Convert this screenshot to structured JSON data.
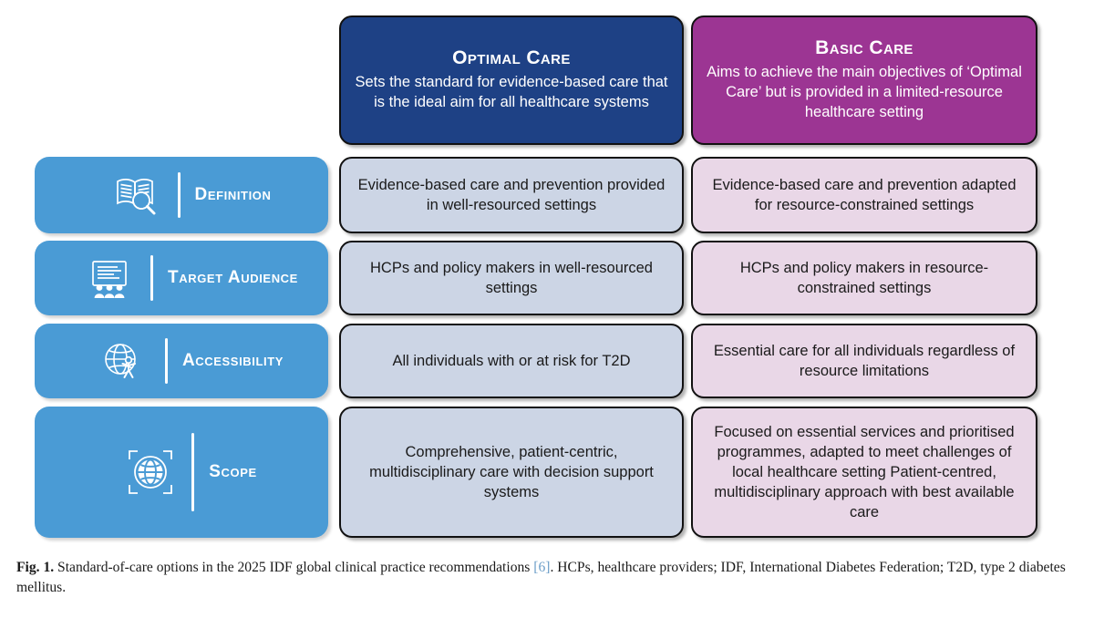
{
  "figure": {
    "columns": [
      {
        "id": "optimal",
        "title": "Optimal Care",
        "subtitle": "Sets the standard for evidence-based care that is the ideal aim for all healthcare systems",
        "header_color": "#1e4185",
        "cell_color": "#ccd5e5"
      },
      {
        "id": "basic",
        "title": "Basic Care",
        "subtitle": "Aims to achieve the main objectives of ‘Optimal Care’ but is provided in a limited-resource healthcare setting",
        "header_color": "#9c3593",
        "cell_color": "#e9d7e7"
      }
    ],
    "rows": [
      {
        "label": "Definition",
        "icon": "book-magnifier-icon",
        "optimal": "Evidence-based care and prevention provided in well-resourced settings",
        "basic": "Evidence-based care and prevention adapted for resource-constrained settings"
      },
      {
        "label": "Target Audience",
        "icon": "presentation-audience-icon",
        "optimal": "HCPs and policy makers in well-resourced settings",
        "basic": "HCPs and policy makers in resource-constrained settings"
      },
      {
        "label": "Accessibility",
        "icon": "globe-person-icon",
        "optimal": "All individuals with or at risk for T2D",
        "basic": "Essential care for all individuals regardless of resource limitations"
      },
      {
        "label": "Scope",
        "icon": "globe-target-icon",
        "optimal": "Comprehensive, patient-centric, multidisciplinary care with decision support systems",
        "basic": "Focused on essential services and prioritised programmes, adapted to meet challenges of local healthcare setting Patient-centred, multidisciplinary approach with best available care"
      }
    ],
    "label_pill_color": "#4a9bd5"
  },
  "caption": {
    "figure_number": "Fig. 1.",
    "text_before_cite": " Standard-of-care options in the 2025 IDF global clinical practice recommendations ",
    "citation": "[6]",
    "text_after_cite": ". HCPs, healthcare providers; IDF, International Diabetes Federation; T2D, type 2 diabetes mellitus.",
    "citation_color": "#6b9ec8"
  }
}
